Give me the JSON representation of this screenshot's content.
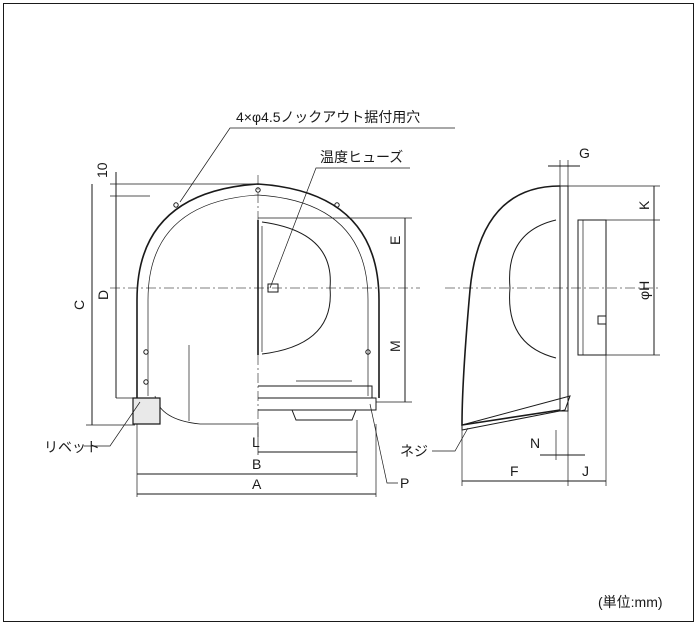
{
  "diagram": {
    "callouts": {
      "knockout": "4×φ4.5ノックアウト据付用穴",
      "thermal_fuse": "温度ヒューズ",
      "rivet": "リベット",
      "screw": "ネジ"
    },
    "dimensions": {
      "ten": "10",
      "C": "C",
      "D": "D",
      "E": "E",
      "M": "M",
      "L": "L",
      "B": "B",
      "A": "A",
      "P": "P",
      "G": "G",
      "K": "K",
      "phiH": "φH",
      "N": "N",
      "F": "F",
      "J": "J"
    },
    "unit_note": "(単位:mm)"
  }
}
